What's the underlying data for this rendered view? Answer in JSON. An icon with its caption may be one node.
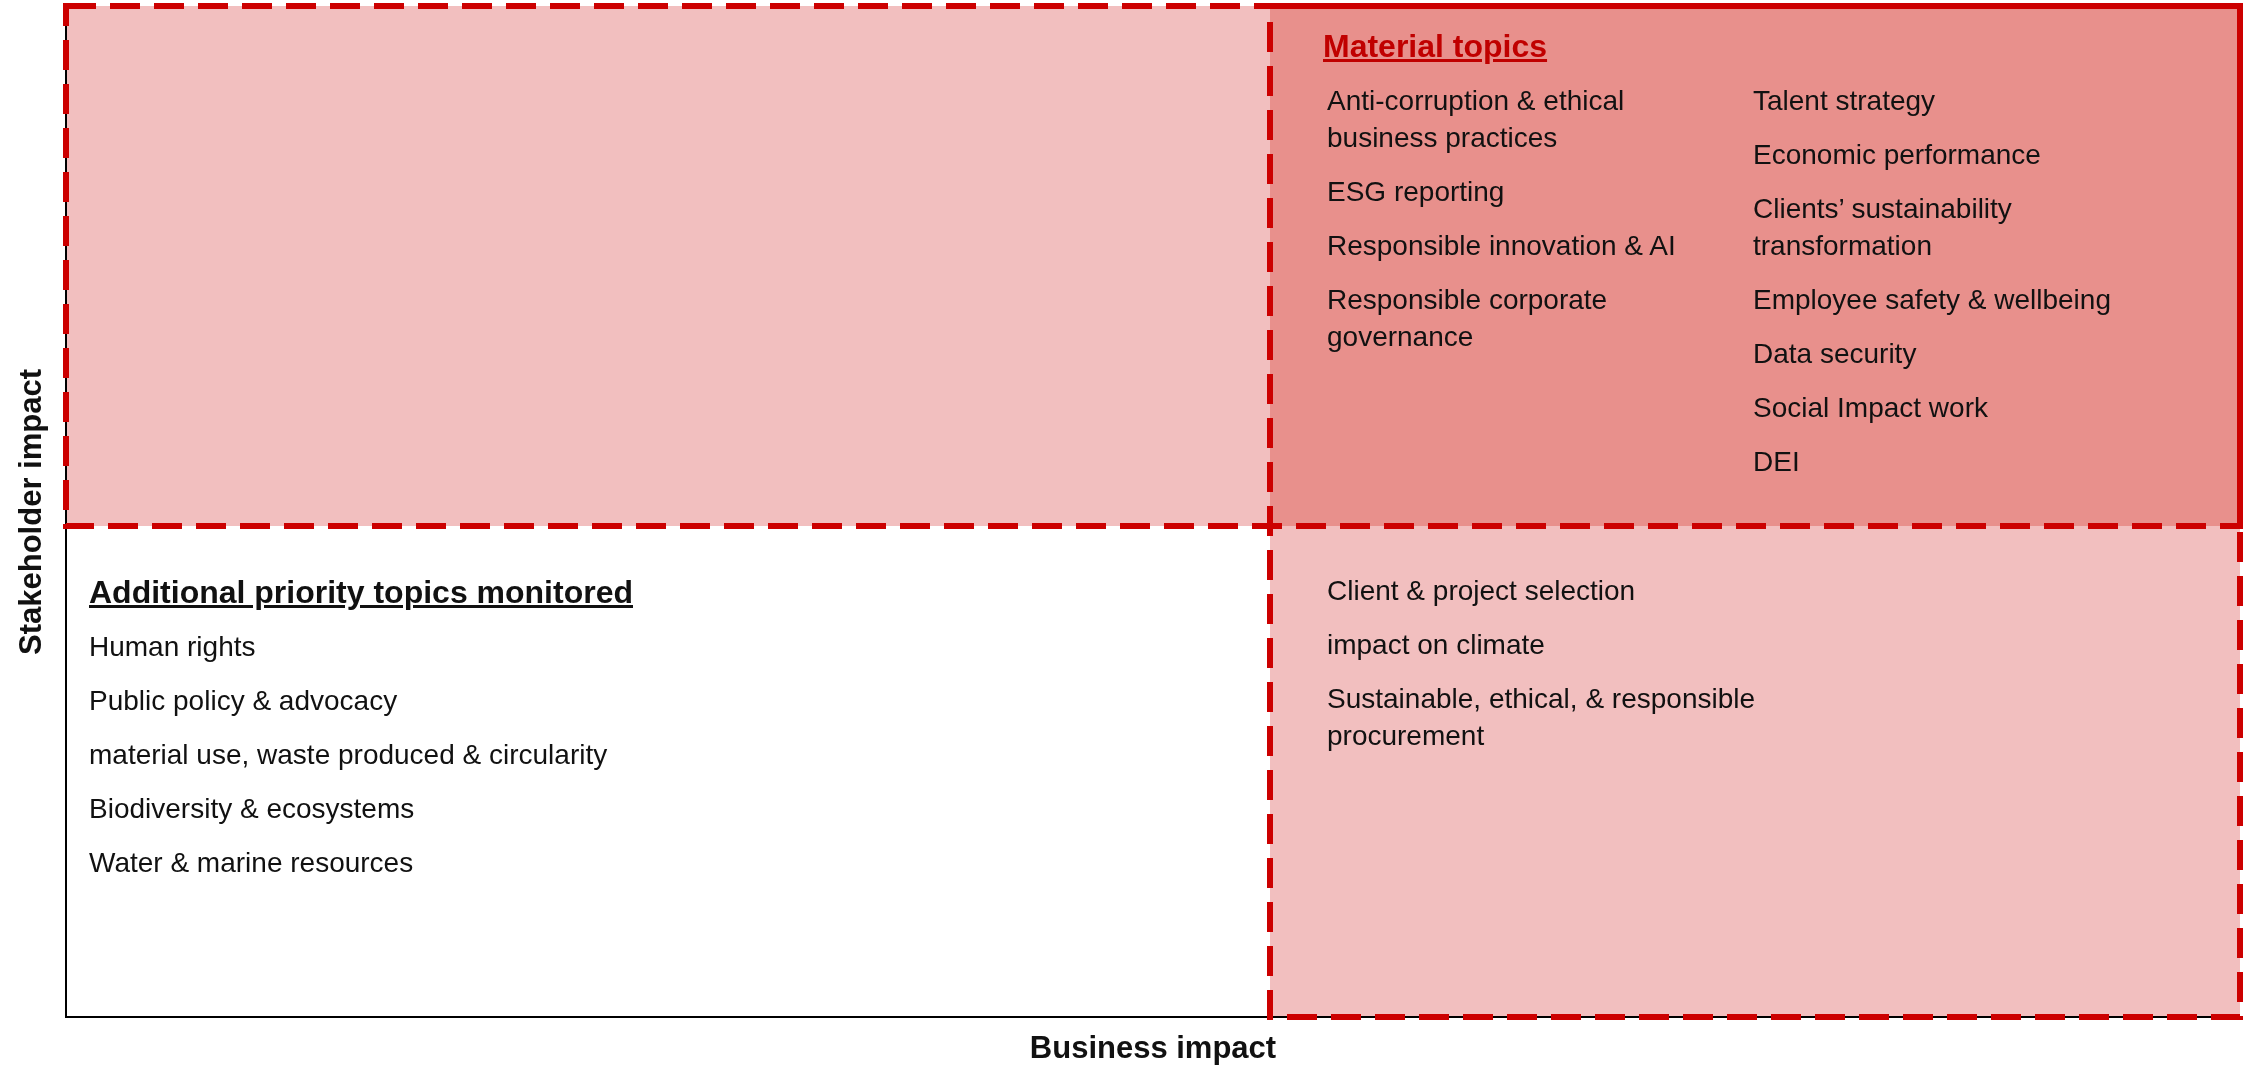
{
  "diagram": {
    "nodes": [
      {
        "text": [
          "Material topics",
          "Anti-corruption & ethical business practices",
          "ESG reporting",
          "Responsible innovation & AI",
          "Responsible corporate governance",
          "Talent strategy",
          "Economic performance",
          "Clients’ sustainability transformation",
          "Employee safety & wellbeing",
          "Data security",
          "Social Impact work",
          "DEI"
        ]
      },
      {
        "text": [
          "Additional priority topics monitored",
          "Human rights",
          "Public policy & advocacy",
          "material use, waste produced & circularity",
          "Biodiversity & ecosystems",
          "Water & marine resources"
        ]
      },
      {
        "text": [
          "Client & project selection",
          "impact on climate",
          "Sustainable, ethical, & responsible procurement"
        ]
      }
    ],
    "labels": [
      "Stakeholder impact",
      "Business impact"
    ]
  }
}
